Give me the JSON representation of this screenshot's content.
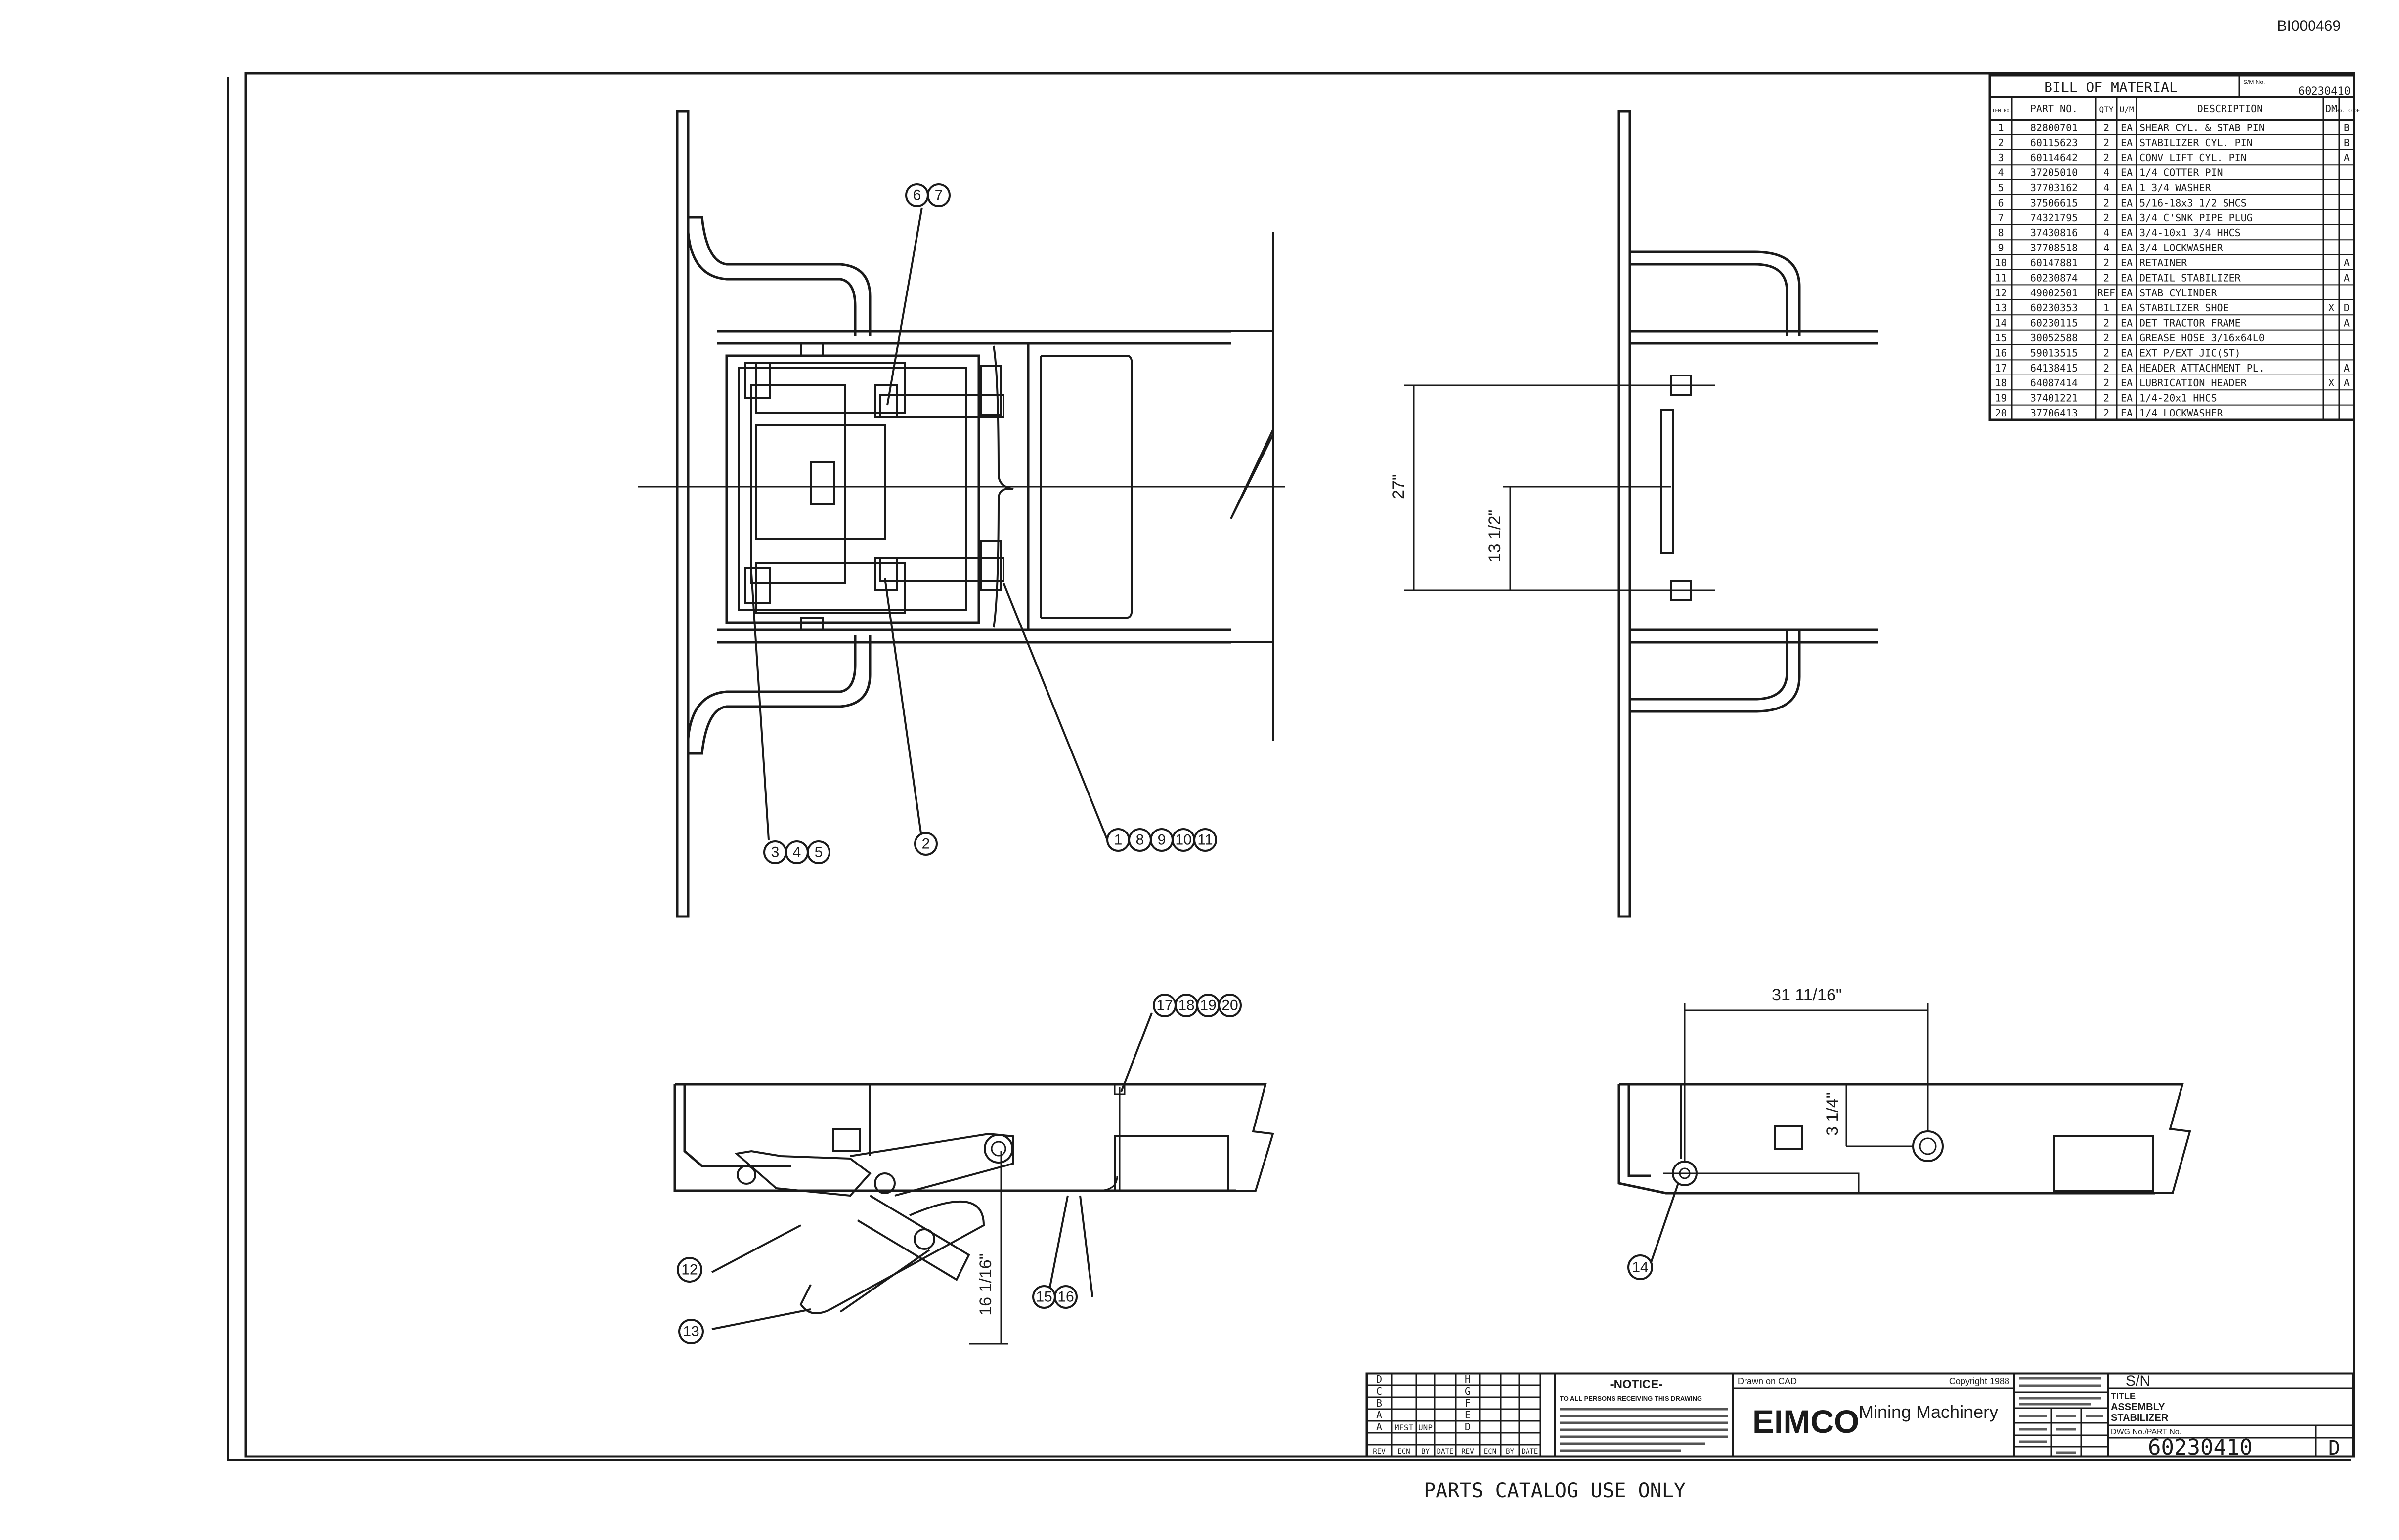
{
  "doc_code": "BI000469",
  "footer_note": "PARTS CATALOG USE ONLY",
  "bom": {
    "title": "BILL OF MATERIAL",
    "sm_label": "S/M No.",
    "sm_value": "60230410",
    "headers": [
      "ITEM NO.",
      "PART NO.",
      "QTY",
      "U/M",
      "DESCRIPTION",
      "DM",
      "CHG. CODE"
    ],
    "rows": [
      [
        "1",
        "82800701",
        "2",
        "EA",
        "SHEAR CYL. & STAB PIN",
        "",
        "B"
      ],
      [
        "2",
        "60115623",
        "2",
        "EA",
        "STABILIZER CYL. PIN",
        "",
        "B"
      ],
      [
        "3",
        "60114642",
        "2",
        "EA",
        "CONV LIFT CYL. PIN",
        "",
        "A"
      ],
      [
        "4",
        "37205010",
        "4",
        "EA",
        "1/4 COTTER PIN",
        "",
        ""
      ],
      [
        "5",
        "37703162",
        "4",
        "EA",
        "1 3/4 WASHER",
        "",
        ""
      ],
      [
        "6",
        "37506615",
        "2",
        "EA",
        "5/16-18x3 1/2 SHCS",
        "",
        ""
      ],
      [
        "7",
        "74321795",
        "2",
        "EA",
        "3/4 C'SNK PIPE PLUG",
        "",
        ""
      ],
      [
        "8",
        "37430816",
        "4",
        "EA",
        "3/4-10x1 3/4 HHCS",
        "",
        ""
      ],
      [
        "9",
        "37708518",
        "4",
        "EA",
        "3/4 LOCKWASHER",
        "",
        ""
      ],
      [
        "10",
        "60147881",
        "2",
        "EA",
        "RETAINER",
        "",
        "A"
      ],
      [
        "11",
        "60230874",
        "2",
        "EA",
        "DETAIL STABILIZER",
        "",
        "A"
      ],
      [
        "12",
        "49002501",
        "REF",
        "EA",
        "STAB CYLINDER",
        "",
        ""
      ],
      [
        "13",
        "60230353",
        "1",
        "EA",
        "STABILIZER SHOE",
        "X",
        "D"
      ],
      [
        "14",
        "60230115",
        "2",
        "EA",
        "DET TRACTOR FRAME",
        "",
        "A"
      ],
      [
        "15",
        "30052588",
        "2",
        "EA",
        "GREASE HOSE 3/16x64L0",
        "",
        ""
      ],
      [
        "16",
        "59013515",
        "2",
        "EA",
        "EXT P/EXT JIC(ST)",
        "",
        ""
      ],
      [
        "17",
        "64138415",
        "2",
        "EA",
        "HEADER ATTACHMENT PL.",
        "",
        "A"
      ],
      [
        "18",
        "64087414",
        "2",
        "EA",
        "LUBRICATION HEADER",
        "X",
        "A"
      ],
      [
        "19",
        "37401221",
        "2",
        "EA",
        "1/4-20x1 HHCS",
        "",
        ""
      ],
      [
        "20",
        "37706413",
        "2",
        "EA",
        "1/4 LOCKWASHER",
        "",
        ""
      ]
    ]
  },
  "balloons": {
    "b67": [
      "6",
      "7"
    ],
    "b345": [
      "3",
      "4",
      "5"
    ],
    "b2": [
      "2"
    ],
    "b18": [
      "1",
      "8",
      "9",
      "10",
      "11"
    ],
    "b17": [
      "17",
      "18",
      "19",
      "20"
    ],
    "b12": [
      "12"
    ],
    "b13": [
      "13"
    ],
    "b1516": [
      "15",
      "16"
    ],
    "b14": [
      "14"
    ]
  },
  "dims": {
    "d27": "27\"",
    "d13": "13 1/2\"",
    "d31": "31 11/16\"",
    "d3": "3 1/4\"",
    "d16": "16 1/16\""
  },
  "title_block": {
    "notice_title": "-NOTICE-",
    "notice_lead": "TO ALL PERSONS RECEIVING THIS DRAWING",
    "drawn_on": "Drawn on CAD",
    "copyright": "Copyright 1988",
    "company": "EIMCO",
    "company_sub": "Mining Machinery",
    "next_assy": "S/N",
    "title_label": "TITLE",
    "title_line1": "ASSEMBLY",
    "title_line2": "STABILIZER",
    "dwg_label": "DWG No./PART No.",
    "dwg_no": "60230410",
    "rev": "D",
    "rev_labels": [
      "REV",
      "ECN",
      "BY",
      "DATE",
      "REV",
      "ECN",
      "BY",
      "DATE"
    ],
    "rev_letters_left": [
      "D",
      "C",
      "B",
      "A",
      "A"
    ],
    "rev_letters_right": [
      "H",
      "G",
      "F",
      "E",
      "D"
    ],
    "rev_first_row": [
      "MFST",
      "UNP"
    ]
  }
}
